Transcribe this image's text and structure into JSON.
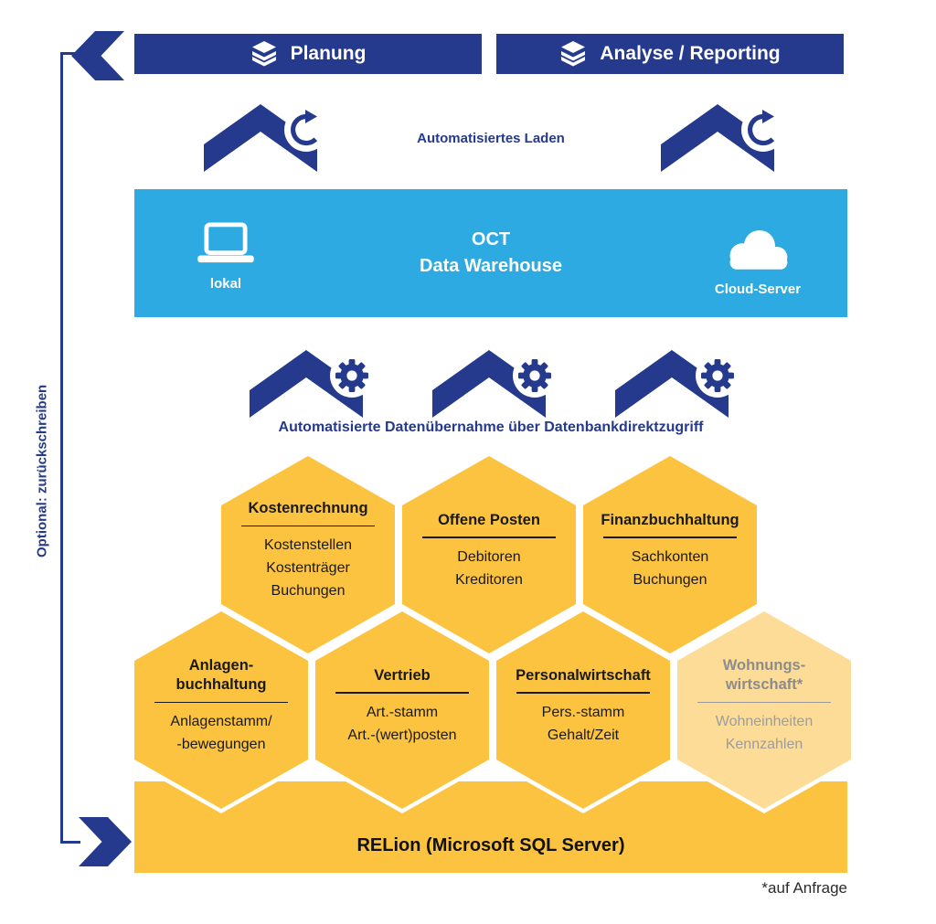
{
  "colors": {
    "darkblue": "#253A8C",
    "lightblue": "#2CAAE1",
    "gold": "#FBC33F",
    "lightgold": "#FCDC96"
  },
  "writeback": {
    "label": "Optional: zurückschreiben"
  },
  "top_bars": [
    {
      "label": "Planung",
      "icon": "layers-icon"
    },
    {
      "label": "Analyse / Reporting",
      "icon": "layers-icon"
    }
  ],
  "load_row": {
    "label": "Automatisiertes Laden",
    "icon": "chevron-refresh-icon"
  },
  "warehouse": {
    "title_line1": "OCT",
    "title_line2": "Data Warehouse",
    "left_label": "lokal",
    "left_icon": "laptop-icon",
    "right_label": "Cloud-Server",
    "right_icon": "cloud-icon"
  },
  "extract_row": {
    "label": "Automatisierte Datenübernahme über Datenbankdirektzugriff",
    "icon": "chevron-gear-icon"
  },
  "hexagons": [
    {
      "title": "Kostenrechnung",
      "items": "Kostenstellen\nKostenträger\nBuchungen",
      "muted": false
    },
    {
      "title": "Offene Posten",
      "items": "Debitoren\nKreditoren",
      "muted": false
    },
    {
      "title": "Finanzbuchhaltung",
      "items": "Sachkonten\nBuchungen",
      "muted": false
    },
    {
      "title": "Anlagen-\nbuchhaltung",
      "items": "Anlagenstamm/\n-bewegungen",
      "muted": false
    },
    {
      "title": "Vertrieb",
      "items": "Art.-stamm\nArt.-(wert)posten",
      "muted": false
    },
    {
      "title": "Personalwirtschaft",
      "items": "Pers.-stamm\nGehalt/Zeit",
      "muted": false
    },
    {
      "title": "Wohnungs-\nwirtschaft*",
      "items": "Wohneinheiten\nKennzahlen",
      "muted": true
    }
  ],
  "base": {
    "label": "RELion (Microsoft SQL Server)"
  },
  "footnote": "*auf Anfrage"
}
